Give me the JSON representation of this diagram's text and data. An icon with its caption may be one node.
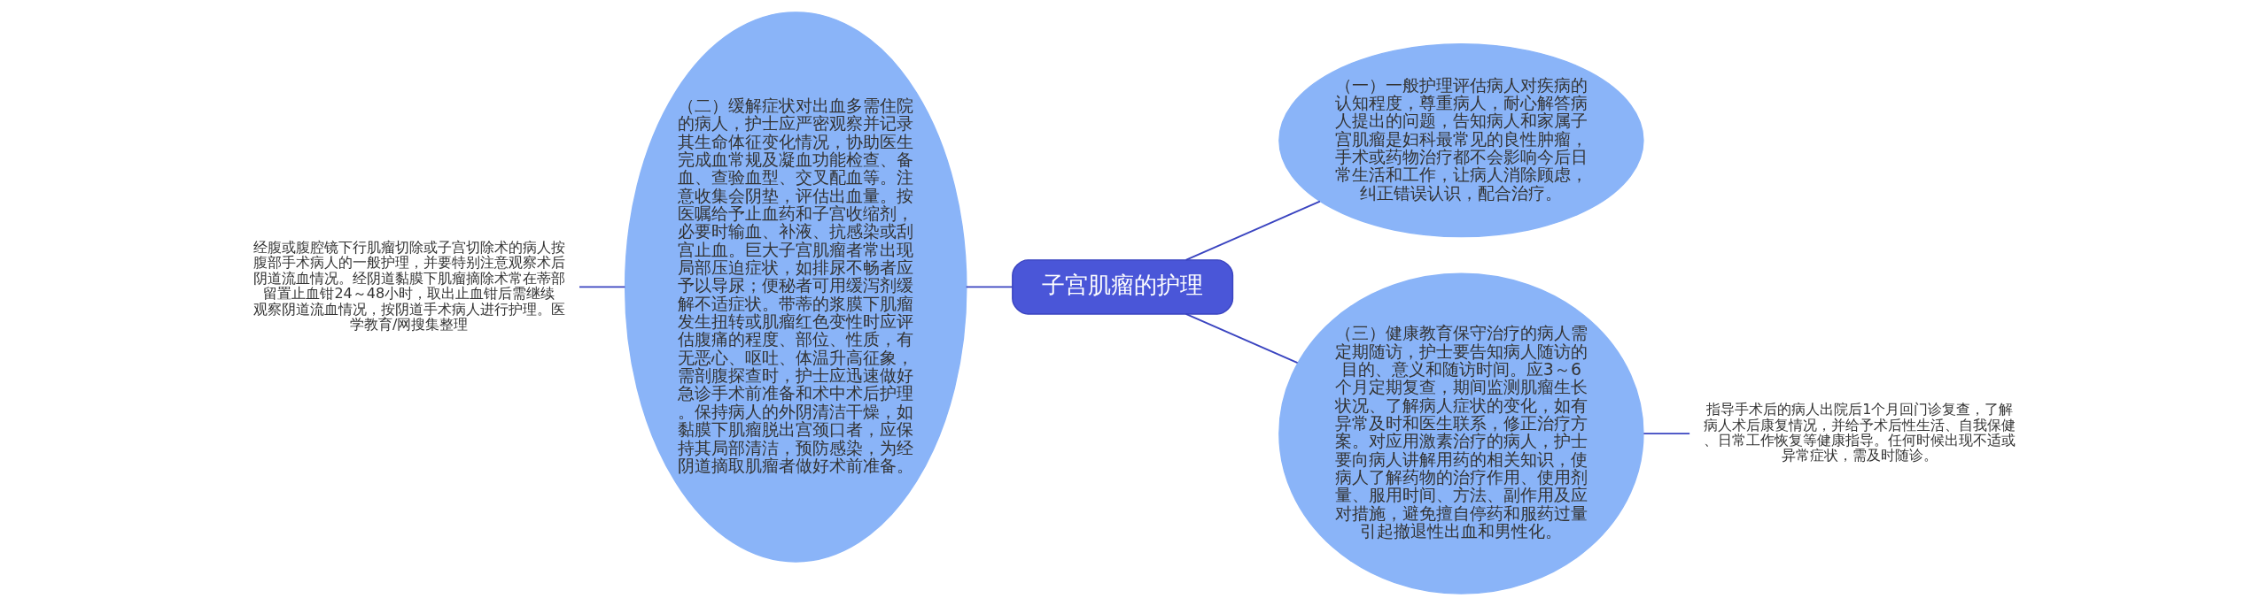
{
  "diagram": {
    "nodes": [
      {
        "text": [
          "子宫肌瘤的护理"
        ]
      },
      {
        "text": [
          "（二）缓解症状对出血多需住院的病人，护士应严密观察并记录其生命体征变化情况，协助医生完成血常规及凝血功能检查、备血、查验血型、交叉配血等。注意收集会阴垫，评估出血量。按医嘱给予止血药和子宫收缩剂，必要时输血、补液、抗感染或刮宫止血。巨大子宫肌瘤者常出现局部压迫症状，如排尿不畅者应予以导尿；便秘者可用缓泻剂缓解不适症状。带蒂的浆膜下肌瘤发生扭转或肌瘤红色变性时应评估腹痛的程度、部位、性质，有无恶心、呕吐、体温升高征象，需剖腹探查时，护士应迅速做好急诊手术前准备和术中术后护理。保持病人的外阴清洁干燥，如黏膜下肌瘤脱出宫颈口者，应保持其局部清洁，预防感染，为经阴道摘取肌瘤者做好术前准备。"
        ]
      },
      {
        "text": [
          "经腹或腹腔镜下行肌瘤切除或子宫切除术的病人按腹部手术病人的一般护理，并要特别注意观察术后阴道流血情况。经阴道黏膜下肌瘤摘除术常在蒂部留置止血钳24～48小时，取出止血钳后需继续观察阴道流血情况，按阴道手术病人进行护理。医学教育/网搜集整理"
        ]
      },
      {
        "text": [
          "（一）一般护理评估病人对疾病的认知程度，尊重病人，耐心解答病人提出的问题，告知病人和家属子宫肌瘤是妇科最常见的良性肿瘤，手术或药物治疗都不会影响今后日常生活和工作，让病人消除顾虑，纠正错误认识，配合治疗。"
        ]
      },
      {
        "text": [
          "（三）健康教育保守治疗的病人需定期随访，护士要告知病人随访的目的、意义和随访时间。应3～6个月定期复查，期间监测肌瘤生长状况、了解病人症状的变化，如有异常及时和医生联系，修正治疗方案。对应用激素治疗的病人，护士要向病人讲解用药的相关知识，使病人了解药物的治疗作用、使用剂量、服用时间、方法、副作用及应对措施，避免擅自停药和服药过量引起撤退性出血和男性化。"
        ]
      },
      {
        "text": [
          "指导手术后的病人出院后1个月回门诊复查，了解病人术后康复情况，并给予术后性生活、自我保健、日常工作恢复等健康指导。任何时候出现不适或异常症状，需及时随诊。"
        ]
      }
    ],
    "edges": [
      {
        "from": 0,
        "to": 1,
        "arrow": "none"
      },
      {
        "from": 1,
        "to": 2,
        "arrow": "none"
      },
      {
        "from": 0,
        "to": 3,
        "arrow": "none"
      },
      {
        "from": 0,
        "to": 4,
        "arrow": "none"
      },
      {
        "from": 4,
        "to": 5,
        "arrow": "none"
      }
    ]
  }
}
